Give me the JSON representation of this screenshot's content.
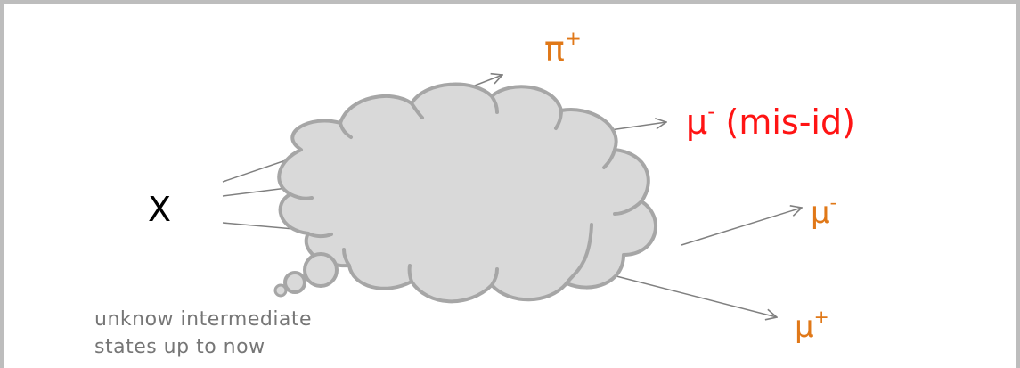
{
  "diagram": {
    "source_label": "X",
    "products": [
      {
        "symbol": "π",
        "charge": "+",
        "suffix": "",
        "color": "#e07818"
      },
      {
        "symbol": "μ",
        "charge": "-",
        "suffix": " (mis-id)",
        "color": "#ff1414"
      },
      {
        "symbol": "μ",
        "charge": "-",
        "suffix": "",
        "color": "#e07818"
      },
      {
        "symbol": "μ",
        "charge": "+",
        "suffix": "",
        "color": "#e07818"
      }
    ],
    "cloud_note_lines": [
      "unknow intermediate",
      "states up to now"
    ],
    "colors": {
      "cloud_fill": "#d9d9d9",
      "cloud_stroke": "#a6a6a6",
      "arrow": "#808080",
      "frame": "#bdbdbd"
    }
  }
}
